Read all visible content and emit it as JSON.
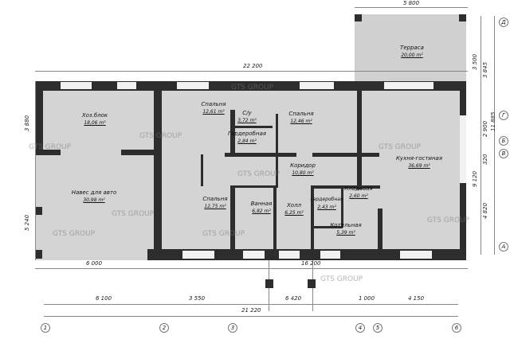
{
  "rooms": [
    {
      "name": "Терраса",
      "area": "20,00 m²"
    },
    {
      "name": "Хоз.блок",
      "area": "18,06 m²"
    },
    {
      "name": "Спальня",
      "area": "12,61 m²"
    },
    {
      "name": "С/у",
      "area": "3,72 m²"
    },
    {
      "name": "Гардеробная",
      "area": "2,84 m²"
    },
    {
      "name": "Спальня",
      "area": "12,46 m²"
    },
    {
      "name": "Кухня-гостиная",
      "area": "36,69 m²"
    },
    {
      "name": "Коридор",
      "area": "10,80 m²"
    },
    {
      "name": "Навес для авто",
      "area": "30,98 m²"
    },
    {
      "name": "Спальня",
      "area": "12,75 m²"
    },
    {
      "name": "Ванная",
      "area": "6,82 m²"
    },
    {
      "name": "Холл",
      "area": "6,25 m²"
    },
    {
      "name": "Гардеробная",
      "area": "2,43 m²"
    },
    {
      "name": "Кладовая",
      "area": "2,60 m²"
    },
    {
      "name": "Котельная",
      "area": "5,39 m²"
    }
  ],
  "dimensions": {
    "terrace_width": "5 800",
    "total_top": "22 200",
    "left_upper": "3 880",
    "left_lower": "5 240",
    "bottom_left": "6 000",
    "bottom_right": "16 200",
    "axes_spans": [
      "6 100",
      "3 550",
      "6 420",
      "1 000",
      "4 150"
    ],
    "axes_total": "21 220",
    "right": [
      "3 500",
      "3 845",
      "2 900",
      "11 885",
      "320",
      "9 120",
      "4 820"
    ]
  },
  "axes_bottom": [
    "1",
    "2",
    "3",
    "4",
    "5",
    "6"
  ],
  "axes_right": [
    "Д",
    "Г",
    "Б",
    "В",
    "А"
  ],
  "watermark": "GTS GROUP"
}
